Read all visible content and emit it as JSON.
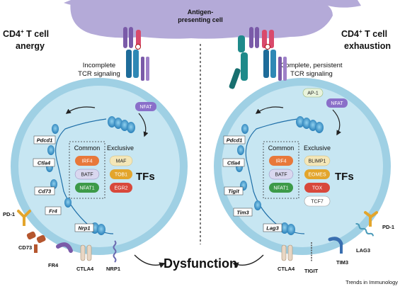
{
  "header": {
    "apc_line1": "Antigen-",
    "apc_line2": "presenting cell"
  },
  "left": {
    "title_line1": "CD4",
    "title_sup": "+",
    "title_line1_rest": " T cell",
    "title_line2": "anergy",
    "signal_line1": "Incomplete",
    "signal_line2": "TCR signaling",
    "nfat": "NFAT",
    "genes": [
      "Pdcd1",
      "Ctla4",
      "Cd73",
      "Fr4",
      "Nrp1"
    ],
    "common_title": "Common",
    "exclusive_title": "Exclusive",
    "common": [
      "IRF4",
      "BATF",
      "NFAT1"
    ],
    "exclusive": [
      "MAF",
      "TOB1",
      "EGR2"
    ],
    "tfs": "TFs",
    "receptors": [
      "PD-1",
      "CD73",
      "FR4",
      "CTLA4",
      "NRP1"
    ]
  },
  "right": {
    "title_line1": "CD4",
    "title_sup": "+",
    "title_line1_rest": " T  cell",
    "title_line2": "exhaustion",
    "signal_line1": "Complete, persistent",
    "signal_line2": "TCR signaling",
    "ap1": "AP-1",
    "nfat": "NFAT",
    "genes": [
      "Pdcd1",
      "Ctla4",
      "Tigit",
      "Tim3",
      "Lag3"
    ],
    "common_title": "Common",
    "exclusive_title": "Exclusive",
    "common": [
      "IRF4",
      "BATF",
      "NFAT1"
    ],
    "exclusive": [
      "BLIMP1",
      "EOMES",
      "TOX",
      "TCF7"
    ],
    "tfs": "TFs",
    "receptors": [
      "PD-1",
      "LAG3",
      "TIM3",
      "TIGIT",
      "CTLA4"
    ]
  },
  "center": {
    "dysfunction": "Dysfunction"
  },
  "footer": {
    "credit": "Trends in Immunology"
  },
  "colors": {
    "cell_outer": "#9fd0e4",
    "cell_inner": "#c7e6f2",
    "apc": "#b4aad8",
    "nfat": "#8a6fc9",
    "irf4": "#e8783a",
    "batf": "#d9d7ef",
    "nfat1": "#3c9a48",
    "maf": "#f4e7b8",
    "tob1": "#e3a52c",
    "egr2": "#d8483b",
    "tox": "#d8483b",
    "eomes": "#e3a52c",
    "blimp1": "#f4e7b8",
    "tcf7": "#ffffff",
    "nucleosome": "#2f8fc5"
  },
  "icons": [
    "apc-membrane",
    "tcr-complex-icon",
    "nucleosome-icon",
    "arrow-icon",
    "receptor-icon"
  ]
}
